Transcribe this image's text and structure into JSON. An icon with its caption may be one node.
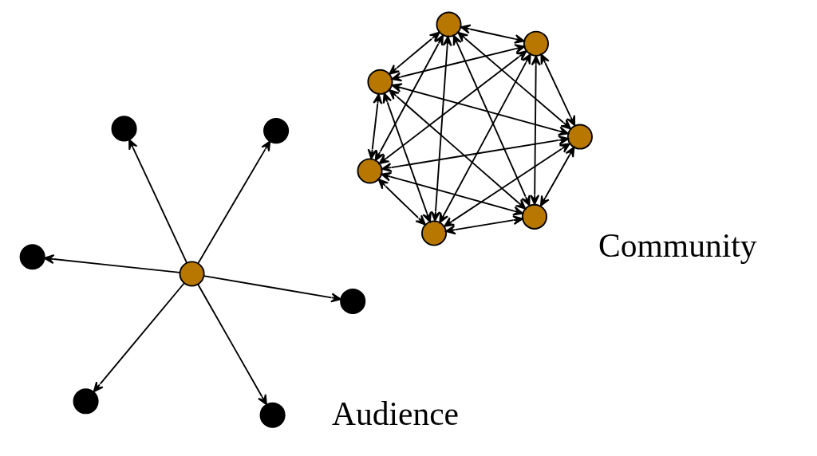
{
  "diagram": {
    "nodes": [
      {
        "text": [],
        "shape": "circle"
      },
      {
        "text": [],
        "shape": "circle"
      },
      {
        "text": [],
        "shape": "circle"
      },
      {
        "text": [],
        "shape": "circle"
      },
      {
        "text": [],
        "shape": "circle"
      },
      {
        "text": [],
        "shape": "circle"
      },
      {
        "text": [],
        "shape": "circle"
      },
      {
        "text": [],
        "shape": "circle"
      },
      {
        "text": [],
        "shape": "circle"
      },
      {
        "text": [],
        "shape": "circle"
      },
      {
        "text": [],
        "shape": "circle"
      },
      {
        "text": [],
        "shape": "circle"
      },
      {
        "text": [],
        "shape": "circle"
      },
      {
        "text": [],
        "shape": "circle"
      }
    ],
    "edges": [
      {
        "from": 3,
        "to": 0,
        "arrow": "to"
      },
      {
        "from": 3,
        "to": 1,
        "arrow": "to"
      },
      {
        "from": 3,
        "to": 2,
        "arrow": "to"
      },
      {
        "from": 3,
        "to": 4,
        "arrow": "to"
      },
      {
        "from": 3,
        "to": 5,
        "arrow": "to"
      },
      {
        "from": 3,
        "to": 6,
        "arrow": "to"
      },
      {
        "from": 7,
        "to": 8,
        "arrow": "both"
      },
      {
        "from": 7,
        "to": 9,
        "arrow": "both"
      },
      {
        "from": 7,
        "to": 10,
        "arrow": "both"
      },
      {
        "from": 7,
        "to": 11,
        "arrow": "both"
      },
      {
        "from": 7,
        "to": 12,
        "arrow": "both"
      },
      {
        "from": 7,
        "to": 13,
        "arrow": "both"
      },
      {
        "from": 8,
        "to": 9,
        "arrow": "both"
      },
      {
        "from": 8,
        "to": 10,
        "arrow": "both"
      },
      {
        "from": 8,
        "to": 11,
        "arrow": "both"
      },
      {
        "from": 8,
        "to": 12,
        "arrow": "both"
      },
      {
        "from": 8,
        "to": 13,
        "arrow": "both"
      },
      {
        "from": 9,
        "to": 10,
        "arrow": "both"
      },
      {
        "from": 9,
        "to": 11,
        "arrow": "both"
      },
      {
        "from": 9,
        "to": 12,
        "arrow": "both"
      },
      {
        "from": 9,
        "to": 13,
        "arrow": "both"
      },
      {
        "from": 10,
        "to": 11,
        "arrow": "both"
      },
      {
        "from": 10,
        "to": 12,
        "arrow": "both"
      },
      {
        "from": 10,
        "to": 13,
        "arrow": "both"
      },
      {
        "from": 11,
        "to": 12,
        "arrow": "both"
      },
      {
        "from": 11,
        "to": 13,
        "arrow": "both"
      },
      {
        "from": 12,
        "to": 13,
        "arrow": "both"
      }
    ],
    "labels": [
      "Audience",
      "Community"
    ]
  }
}
